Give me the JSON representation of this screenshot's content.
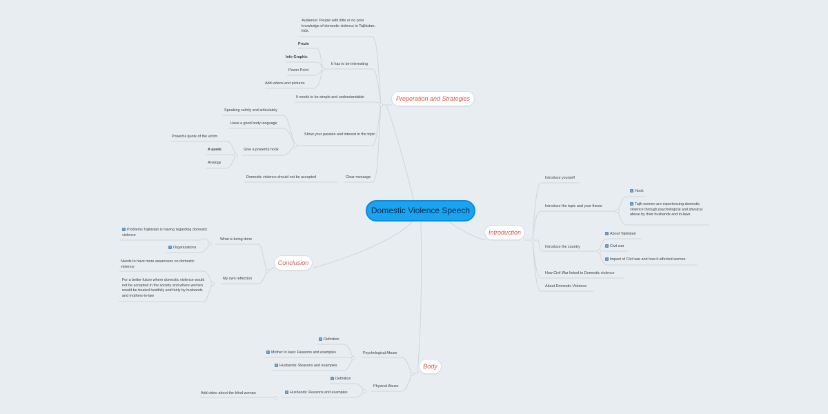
{
  "root": "Domestic Violence Speech",
  "branches": {
    "preparation": "Preperation and Strategies",
    "introduction": "Introduction",
    "conclusion": "Conclusion",
    "body": "Body"
  },
  "preparation": {
    "audience": "Audience: People with little or no prior knowledge of domestic  violence in Tajikistan; kids.",
    "interesting": "It has to be interesting",
    "prezi": "Prezie",
    "infographic": "Info Graphic",
    "powerpoint": "Power Point",
    "videos": "Add videos and pictures",
    "simple": "It needs to be simple and understandable",
    "passion": "Show your passion and interest in the topic",
    "speaking": "Speaking calmly and articulately",
    "body_language": "Have a good body language",
    "hook": "Give a powerful hook",
    "powerful_quote": "Powerful quote of the victim",
    "quote": "A quote",
    "analogy": "Analogy",
    "clear_message": "Clear message",
    "not_accepted": "Domestic violence should not be accepted"
  },
  "introduction": {
    "introduce_yourself": "Introduce yourself",
    "topic_thesis": "Introduce the topic and your thesis",
    "hook": "Hook",
    "tajik_women": "Tajik women are experiencing domestic violence through psychological and physical abuse by their husbands and in-laws.",
    "country": "Introduce the country",
    "about_tajikistan": "About Tajikistan",
    "civil_war": "Civil war",
    "impact_civil_war": "Impact of Civil war and how it affected women",
    "civil_war_linked": "How Civil War linked to Domestic violence",
    "about_dv": "About Domestic Violence"
  },
  "conclusion": {
    "what_done": "What is being done",
    "problems": "Problems Tajikistan is having regarding domestic violence",
    "organizations": "Organizations",
    "reflection": "My own reflection",
    "awareness": "Needs to have more awareness on domestic violence",
    "future": "For a better future where domestic violence would not be accepted in the society and where women would be treated healthily and fairly by husbands and mothers-in-law"
  },
  "body": {
    "psychological": "Psychological Abuse",
    "definition1": "Definition",
    "mother_in_laws": "Mother in laws: Reasons and examples",
    "husbands1": "Husbands: Reasons and examples",
    "physical": "Physical Abuse",
    "definition2": "Definition",
    "husbands2": "Husbands: Reasons and examples",
    "blind_woman": "Add video about the blind woman"
  },
  "colors": {
    "root_fill": "#1aa3f0",
    "branch_text": "#d0584c",
    "line": "#cfd6da",
    "background": "#e7edf0"
  },
  "icons": {
    "note": "note-icon"
  }
}
